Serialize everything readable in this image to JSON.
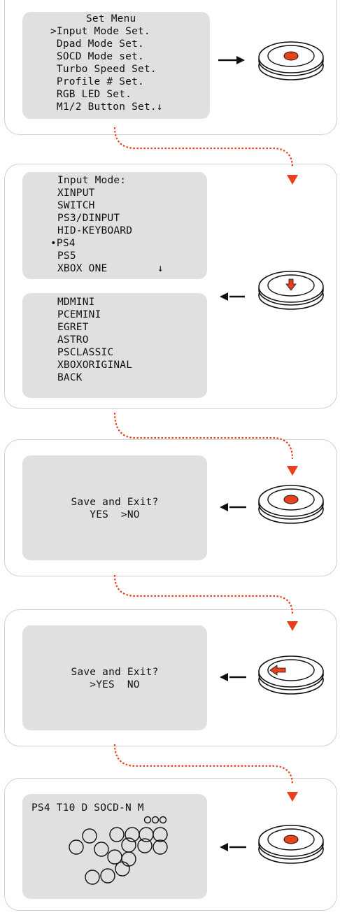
{
  "colors": {
    "screen": "#e0e0e0",
    "accent": "#e8401c",
    "outline": "#111111"
  },
  "step1": {
    "title": "Set Menu",
    "items": [
      ">Input Mode Set.",
      " Dpad Mode Set.",
      " SOCD Mode set.",
      " Turbo Speed Set.",
      " Profile # Set.",
      " RGB LED Set.",
      " M1/2 Button Set.↓"
    ],
    "action": "press-center"
  },
  "step2": {
    "header": "Input Mode:",
    "items_top": [
      "XINPUT",
      "SWITCH",
      "PS3/DINPUT",
      "HID-KEYBOARD",
      "•PS4",
      "PS5",
      "XBOX ONE        ↓"
    ],
    "items_bottom": [
      "MDMINI",
      "PCEMINI",
      "EGRET",
      "ASTRO",
      "PSCLASSIC",
      "XBOXORIGINAL",
      "BACK"
    ],
    "action": "press-down"
  },
  "step3": {
    "line1": "Save and Exit?",
    "line2": "YES  >NO",
    "action": "press-center"
  },
  "step4": {
    "line1": "Save and Exit?",
    "line2": ">YES  NO",
    "action": "press-left"
  },
  "step5": {
    "status": "PS4 T10 D SOCD-N M",
    "action": "press-center"
  }
}
